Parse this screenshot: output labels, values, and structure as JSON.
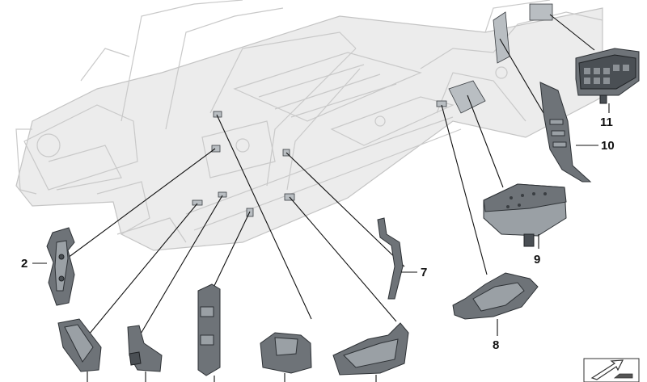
{
  "callouts": [
    {
      "id": "c2",
      "label": "2"
    },
    {
      "id": "c7",
      "label": "7"
    },
    {
      "id": "c8",
      "label": "8"
    },
    {
      "id": "c9",
      "label": "9"
    },
    {
      "id": "c10",
      "label": "10"
    },
    {
      "id": "c11",
      "label": "11"
    }
  ],
  "colors": {
    "body_outline": "#c9c9c9",
    "body_fill": "#ececec",
    "part_fill": "#6e7378",
    "leader": "#111111"
  }
}
